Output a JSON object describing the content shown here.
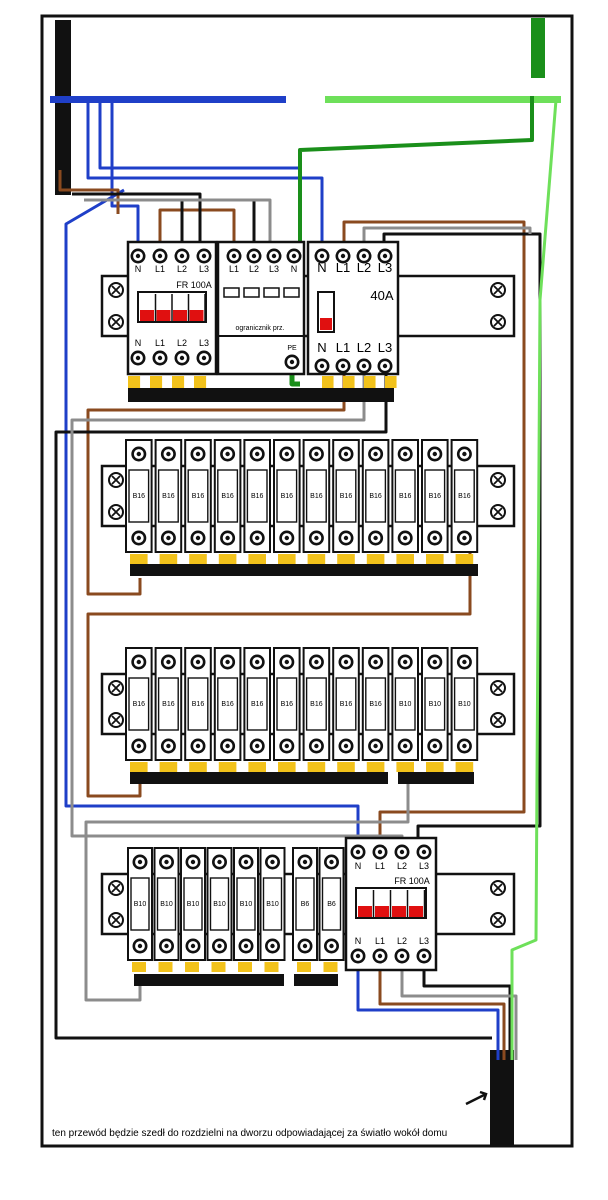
{
  "colors": {
    "neutral": "#1f3fc8",
    "pe": "#1a8f1a",
    "pe_light": "#6ee05a",
    "l1": "#8a4a1f",
    "l2": "#111111",
    "l3": "#8c8c8c",
    "rail": "#111111",
    "tab": "#f2c21b",
    "trip": "#e01010"
  },
  "modules": {
    "rcd_top": {
      "terminals_top": [
        "N",
        "L1",
        "L2",
        "L3"
      ],
      "terminals_bottom": [
        "N",
        "L1",
        "L2",
        "L3"
      ],
      "rating": "FR 100A"
    },
    "surge": {
      "terminals_top": [
        "L1",
        "L2",
        "L3",
        "N"
      ],
      "label": "ogranicznik prz.",
      "pe_label": "PE"
    },
    "main_switch": {
      "terminals_top": [
        "N",
        "L1",
        "L2",
        "L3"
      ],
      "terminals_bottom": [
        "N",
        "L1",
        "L2",
        "L3"
      ],
      "rating": "40A"
    },
    "row1_breakers": [
      "B16",
      "B16",
      "B16",
      "B16",
      "B16",
      "B16",
      "B16",
      "B16",
      "B16",
      "B16",
      "B16",
      "B16"
    ],
    "row2_breakers": [
      "B16",
      "B16",
      "B16",
      "B16",
      "B16",
      "B16",
      "B16",
      "B16",
      "B16",
      "B10",
      "B10",
      "B10"
    ],
    "row3_breakers": [
      "B10",
      "B10",
      "B10",
      "B10",
      "B10",
      "B10",
      "B6",
      "B6"
    ],
    "rcd_bottom": {
      "terminals_top": [
        "N",
        "L1",
        "L2",
        "L3"
      ],
      "terminals_bottom": [
        "N",
        "L1",
        "L2",
        "L3"
      ],
      "rating": "FR 100A"
    }
  },
  "note": "ten przewód będzie szedł do rozdzielni na dworzu odpowiadającej za światło wokół domu"
}
